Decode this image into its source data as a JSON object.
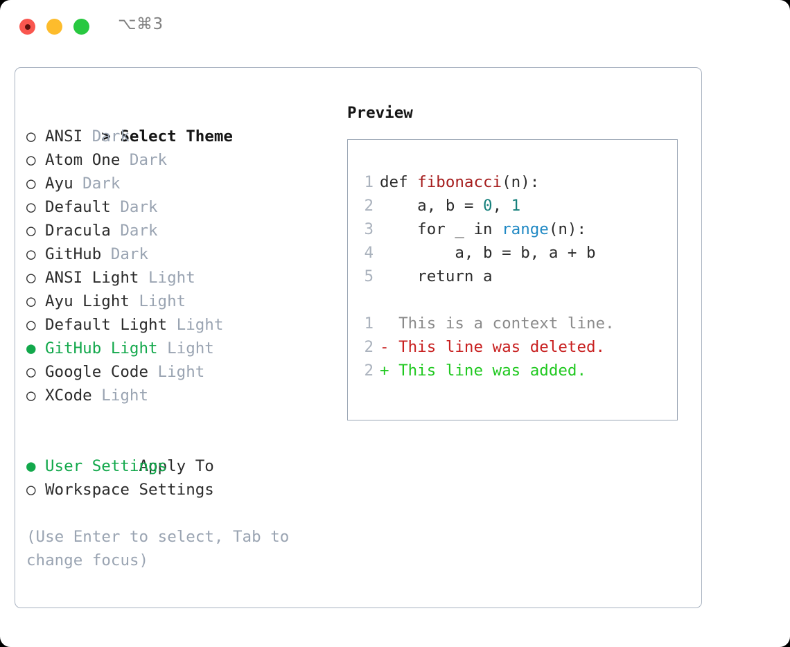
{
  "window": {
    "shortcut_label": "⌥⌘3",
    "traffic_lights": {
      "close": "close-button",
      "minimize": "minimize-button",
      "maximize": "maximize-button"
    },
    "colors": {
      "close": "#f9564f",
      "minimize": "#fdbc2c",
      "maximize": "#28c840",
      "accent_selected": "#12a84b",
      "muted": "#9aa4b2",
      "panel_border": "#a8b2c0",
      "preview_border": "#9aa5b4",
      "diff_add": "#1fc81f",
      "diff_del": "#c82020",
      "diff_ctx": "#8a8a8a",
      "syntax_function": "#a51c1c",
      "syntax_number": "#16807c",
      "syntax_call": "#2089c4"
    }
  },
  "theme_list": {
    "heading": "Select Theme",
    "heading_marker": ">",
    "marker_unselected": "○",
    "marker_selected": "●",
    "items": [
      {
        "name": "ANSI",
        "suffix": "Dark",
        "selected": false
      },
      {
        "name": "Atom One",
        "suffix": "Dark",
        "selected": false
      },
      {
        "name": "Ayu",
        "suffix": "Dark",
        "selected": false
      },
      {
        "name": "Default",
        "suffix": "Dark",
        "selected": false
      },
      {
        "name": "Dracula",
        "suffix": "Dark",
        "selected": false
      },
      {
        "name": "GitHub",
        "suffix": "Dark",
        "selected": false
      },
      {
        "name": "ANSI Light",
        "suffix": "Light",
        "selected": false
      },
      {
        "name": "Ayu Light",
        "suffix": "Light",
        "selected": false
      },
      {
        "name": "Default Light",
        "suffix": "Light",
        "selected": false
      },
      {
        "name": "GitHub Light",
        "suffix": "Light",
        "selected": true
      },
      {
        "name": "Google Code",
        "suffix": "Light",
        "selected": false
      },
      {
        "name": "XCode",
        "suffix": "Light",
        "selected": false
      }
    ]
  },
  "apply_to": {
    "heading": "Apply To",
    "items": [
      {
        "name": "User Settings",
        "selected": true
      },
      {
        "name": "Workspace Settings",
        "selected": false
      }
    ]
  },
  "hint": "(Use Enter to select, Tab to change focus)",
  "preview": {
    "title": "Preview",
    "code_lines": [
      {
        "num": "1",
        "tokens": [
          {
            "t": "def ",
            "c": "kw"
          },
          {
            "t": "fibonacci",
            "c": "fn"
          },
          {
            "t": "(n):",
            "c": "plain"
          }
        ]
      },
      {
        "num": "2",
        "tokens": [
          {
            "t": "    a, b = ",
            "c": "plain"
          },
          {
            "t": "0",
            "c": "num"
          },
          {
            "t": ", ",
            "c": "plain"
          },
          {
            "t": "1",
            "c": "num"
          }
        ]
      },
      {
        "num": "3",
        "tokens": [
          {
            "t": "    for _ in ",
            "c": "kw"
          },
          {
            "t": "range",
            "c": "call"
          },
          {
            "t": "(n):",
            "c": "plain"
          }
        ]
      },
      {
        "num": "4",
        "tokens": [
          {
            "t": "        a, b = b, a + b",
            "c": "plain"
          }
        ]
      },
      {
        "num": "5",
        "tokens": [
          {
            "t": "    return a",
            "c": "kw"
          }
        ]
      }
    ],
    "diff_lines": [
      {
        "num": "1",
        "sign": " ",
        "text": " This is a context line.",
        "kind": "ctx"
      },
      {
        "num": "2",
        "sign": "-",
        "text": " This line was deleted.",
        "kind": "del"
      },
      {
        "num": "2",
        "sign": "+",
        "text": " This line was added.",
        "kind": "add"
      }
    ]
  }
}
